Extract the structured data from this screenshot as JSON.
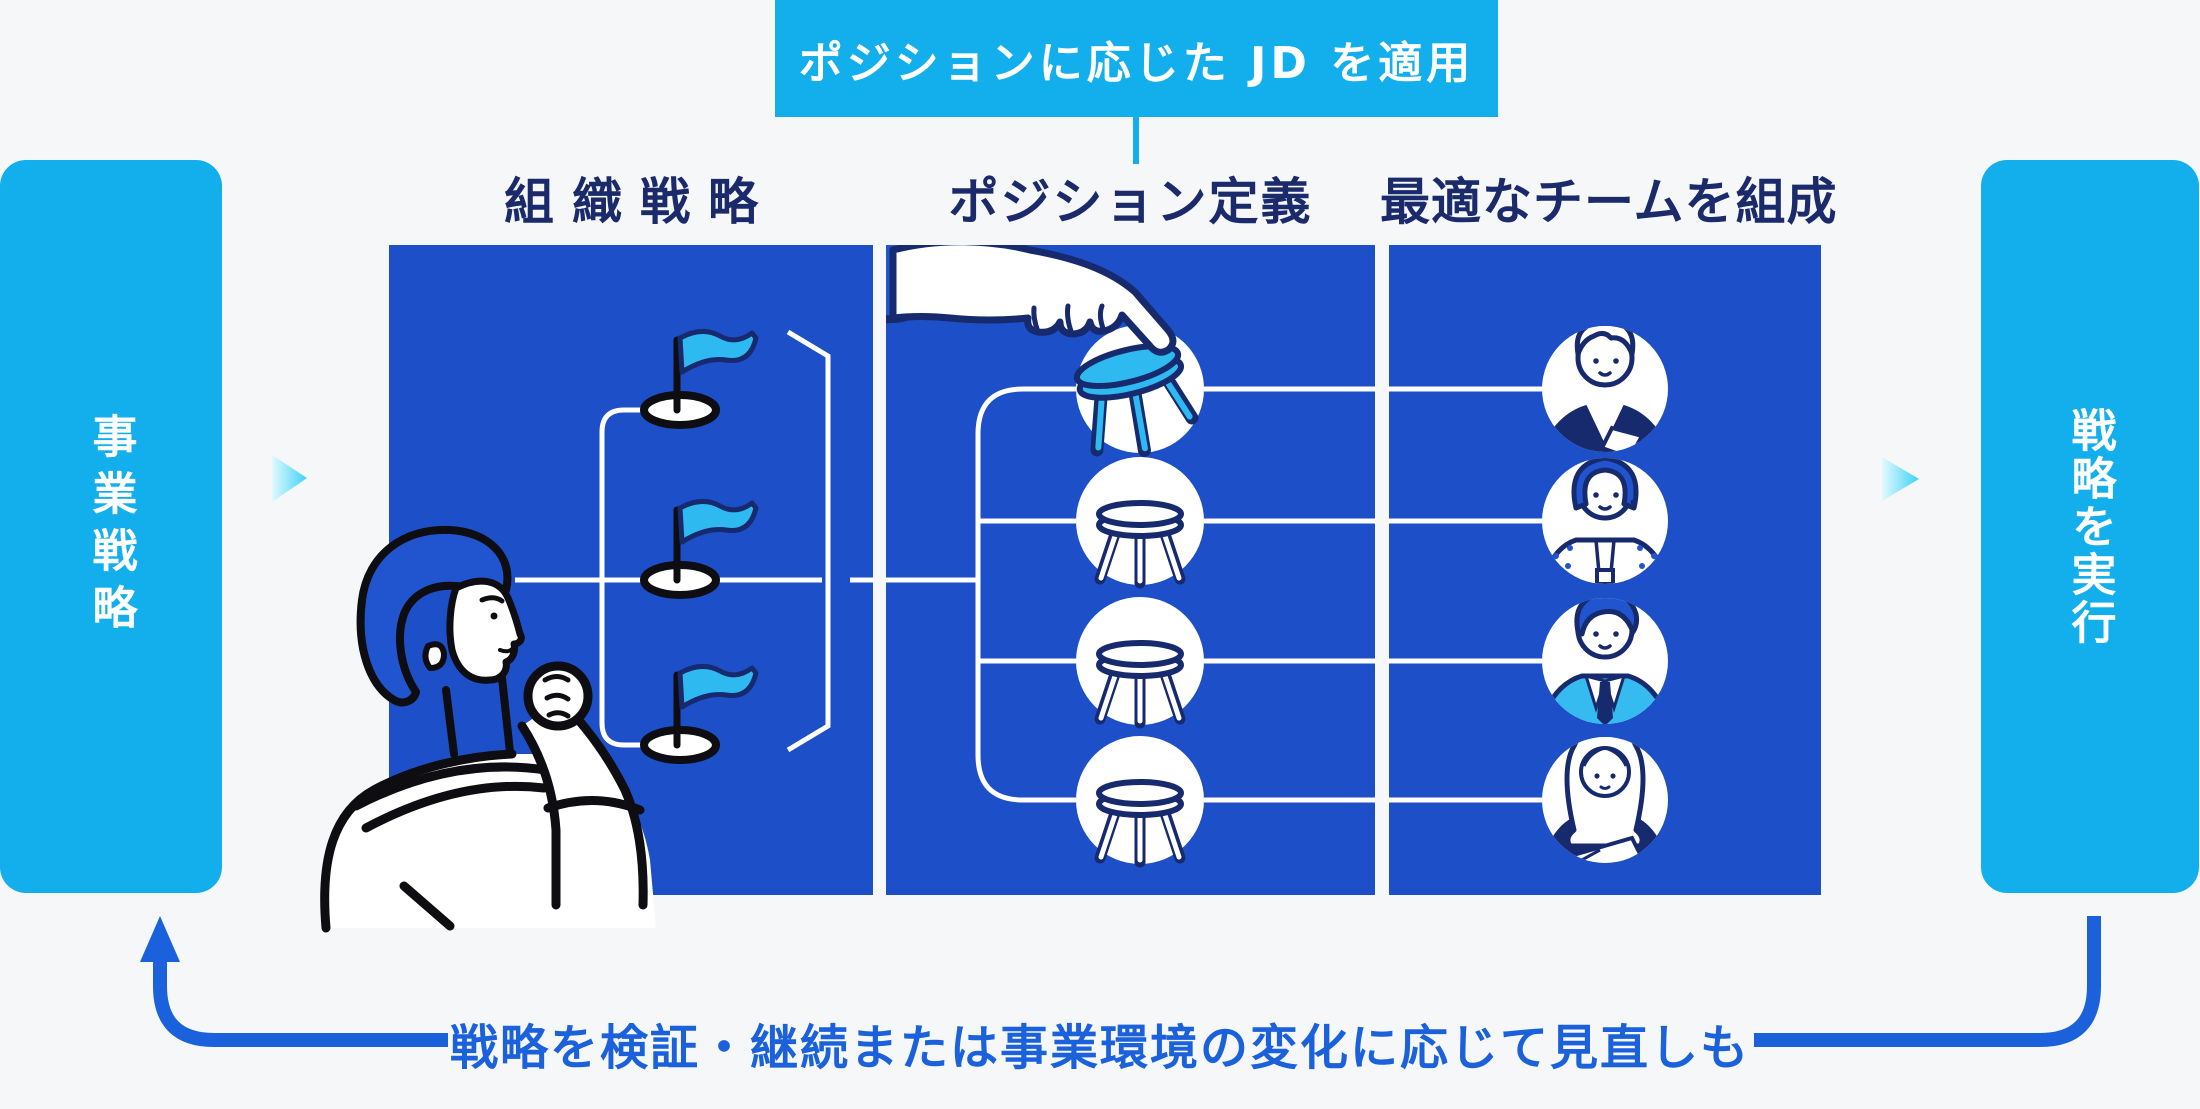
{
  "banner": {
    "label": "ポジションに応じた JD を適用"
  },
  "boxes": {
    "left": {
      "label": "事業戦略"
    },
    "right": {
      "label": "戦略を実行"
    }
  },
  "panels": [
    {
      "title": "組織戦略",
      "icon": "goal-flags-tree-illustration"
    },
    {
      "title": "ポジション定義",
      "icon": "hand-placing-stools-illustration"
    },
    {
      "title": "最適なチームを組成",
      "icon": "team-member-avatars-illustration"
    }
  ],
  "footer": {
    "label": "戦略を検証・継続または事業環境の変化に応じて見直しも"
  },
  "colors": {
    "background": "#F6F7F8",
    "panel_blue": "#1D4FC8",
    "accent_cyan": "#12AFEC",
    "illustration_blue": "#2154CF",
    "navy_outline": "#172A6E",
    "black_outline": "#0D0D12",
    "loop_arrow_blue": "#1A61DB",
    "flag_cyan": "#2FB9F1",
    "jacket_cyan": "#35BBF0",
    "heading_navy": "#1A2A6B"
  },
  "icons": [
    "thinking-person-icon",
    "goal-flag-icon",
    "pointing-hand-icon",
    "stool-icon",
    "person-avatar-icon",
    "flow-arrow-right-icon",
    "loop-arrow-up-icon"
  ]
}
